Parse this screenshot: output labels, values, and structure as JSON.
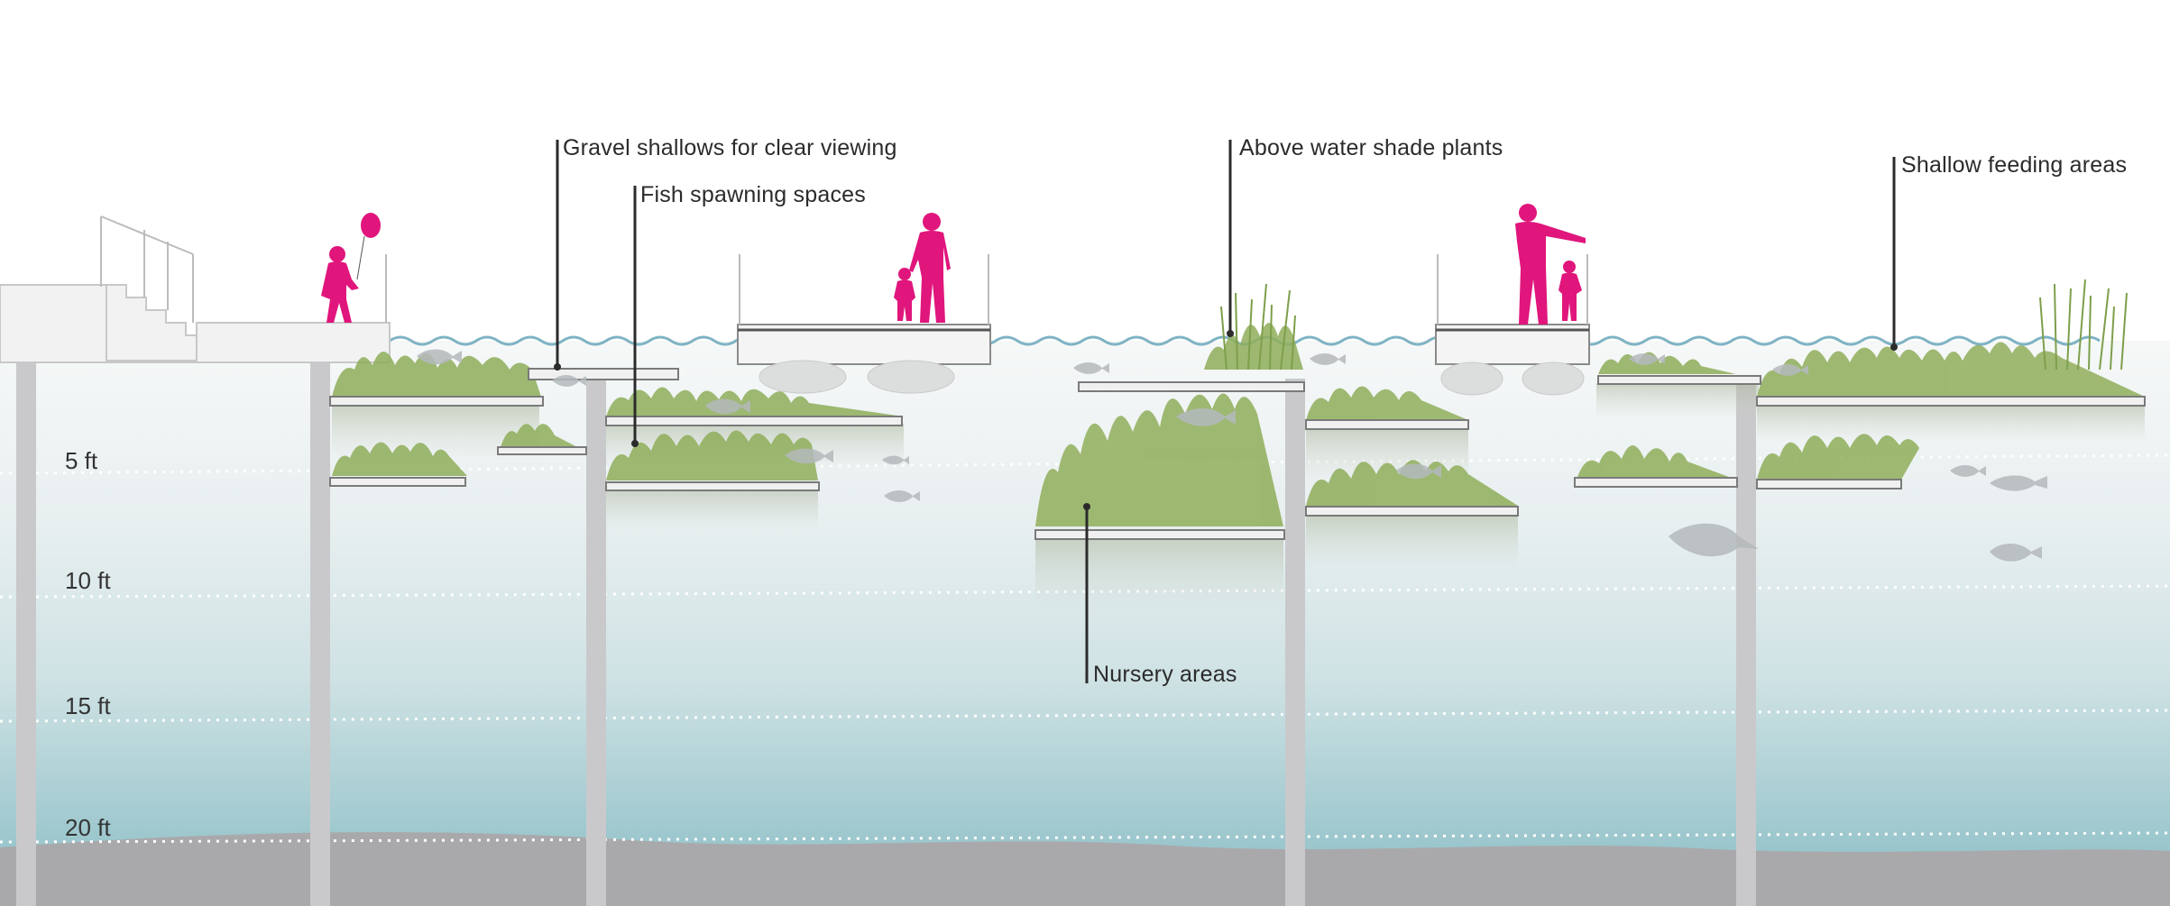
{
  "callouts": {
    "gravel": "Gravel shallows for clear viewing",
    "spawning": "Fish spawning spaces",
    "shade": "Above water shade plants",
    "feeding": "Shallow feeding areas",
    "nursery": "Nursery areas"
  },
  "depth_labels": [
    "5 ft",
    "10 ft",
    "15 ft",
    "20 ft"
  ],
  "colors": {
    "figures": "#e0167c",
    "water_surface": "#7fb3c4",
    "water_deep": "#8fc1c8",
    "seabed": "#a9a9ab",
    "piles": "#c9c9cb",
    "vegetation": "#8fae5a",
    "fish": "#b4b9bc",
    "leader_lines": "#2b2b2b"
  }
}
